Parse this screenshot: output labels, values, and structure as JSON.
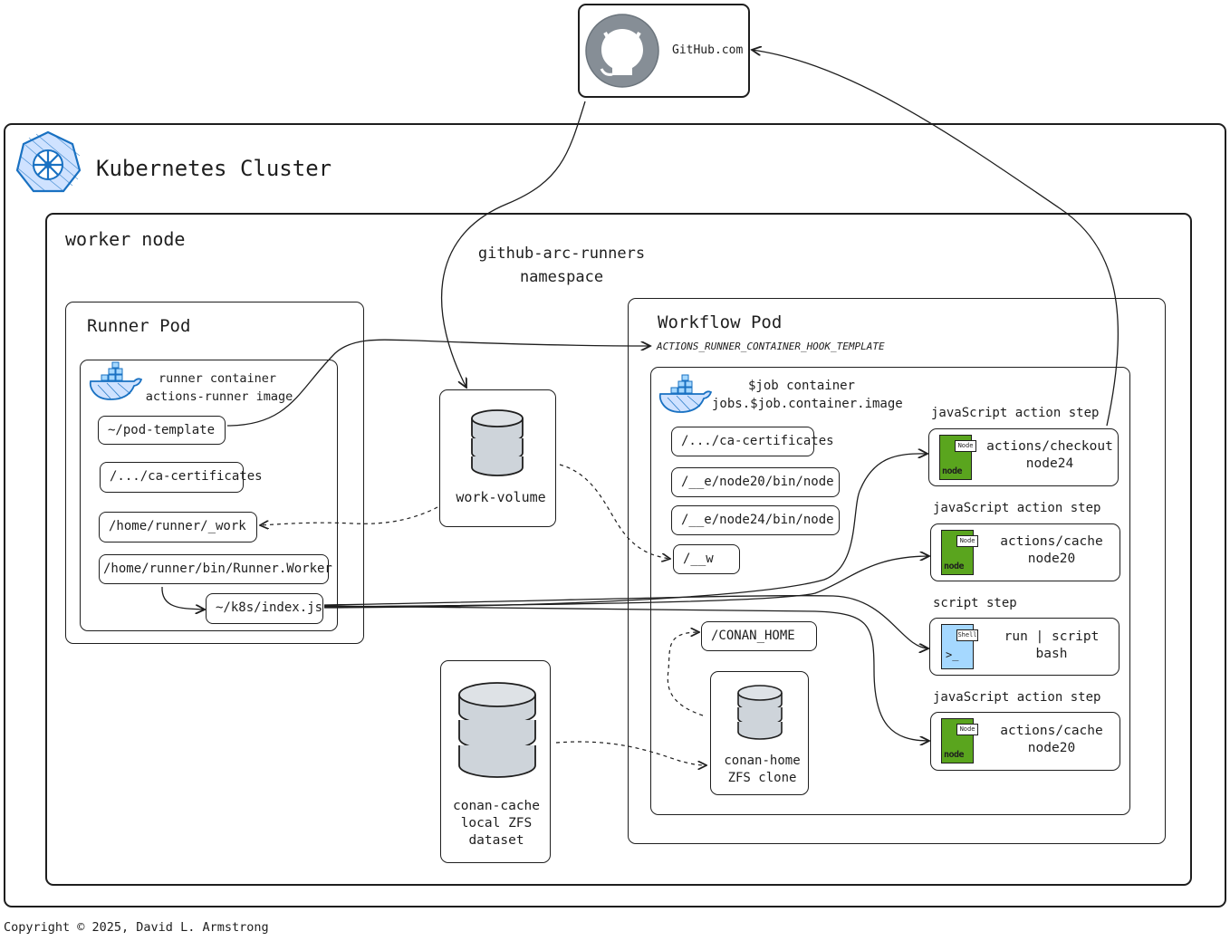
{
  "github": {
    "label": "GitHub.com",
    "icon": "github-octocat-icon"
  },
  "cluster": {
    "title": "Kubernetes Cluster",
    "icon": "kubernetes-wheel-icon",
    "icon_color": "#1971c2"
  },
  "worker_node": {
    "title": "worker node"
  },
  "namespace": {
    "line1": "github-arc-runners",
    "line2": "namespace"
  },
  "runner_pod": {
    "title": "Runner Pod",
    "container": {
      "line1": "runner container",
      "line2": "actions-runner image",
      "icon": "docker-whale-icon"
    },
    "paths": [
      "~/pod-template",
      "/.../ca-certificates",
      "/home/runner/_work",
      "/home/runner/bin/Runner.Worker",
      "~/k8s/index.js"
    ]
  },
  "work_volume": {
    "label": "work-volume",
    "icon": "database-icon"
  },
  "conan_cache": {
    "line1": "conan-cache",
    "line2": "local ZFS",
    "line3": "dataset",
    "icon": "database-icon"
  },
  "workflow_pod": {
    "title": "Workflow Pod",
    "hook_template": "ACTIONS_RUNNER_CONTAINER_HOOK_TEMPLATE",
    "container": {
      "line1": "$job container",
      "line2": "jobs.$job.container.image",
      "icon": "docker-whale-icon"
    },
    "paths": [
      "/.../ca-certificates",
      "/__e/node20/bin/node",
      "/__e/node24/bin/node",
      "/__w"
    ],
    "conan_home": "/CONAN_HOME",
    "conan_clone": {
      "line1": "conan-home",
      "line2": "ZFS clone",
      "icon": "database-icon"
    }
  },
  "steps": [
    {
      "header": "javaScript action step",
      "line1": "actions/checkout",
      "line2": "node24",
      "icon": "nodejs-icon",
      "tag": "Node",
      "word": "node"
    },
    {
      "header": "javaScript action step",
      "line1": "actions/cache",
      "line2": "node20",
      "icon": "nodejs-icon",
      "tag": "Node",
      "word": "node"
    },
    {
      "header": "script step",
      "line1": "run | script",
      "line2": "bash",
      "icon": "shell-icon",
      "tag": "Shell",
      "word": ">_"
    },
    {
      "header": "javaScript action step",
      "line1": "actions/cache",
      "line2": "node20",
      "icon": "nodejs-icon",
      "tag": "Node",
      "word": "node"
    }
  ],
  "colors": {
    "node_green": "#5aa51e",
    "shell_blue": "#a5d8ff",
    "docker_blue": "#1971c2",
    "github_gray": "#868e96"
  },
  "copyright": "Copyright © 2025, David L. Armstrong"
}
